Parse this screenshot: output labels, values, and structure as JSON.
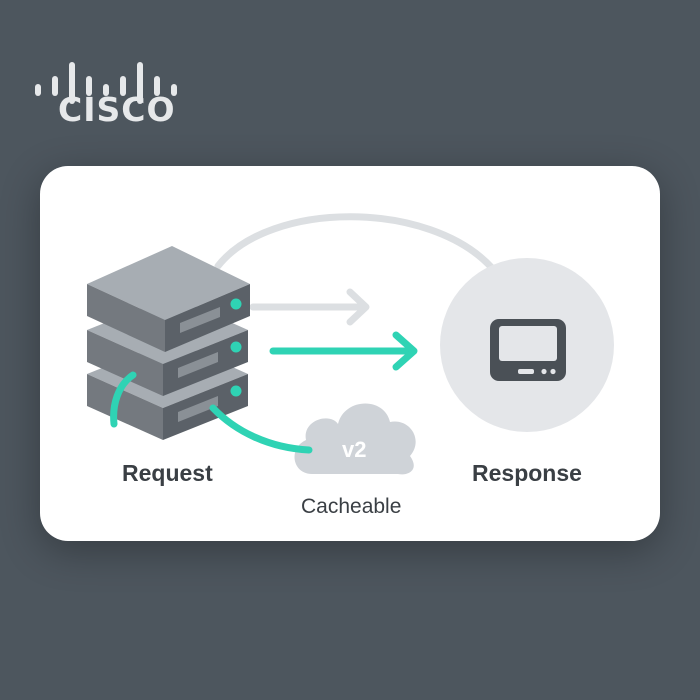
{
  "brand": {
    "name": "CISCO",
    "logo_icon": "cisco-bars-icon"
  },
  "diagram": {
    "labels": {
      "request": "Request",
      "response": "Response",
      "cacheable": "Cacheable",
      "cloud_version": "v2"
    },
    "icons": {
      "server": "server-stack-icon",
      "client": "monitor-device-icon",
      "cache": "cloud-icon"
    },
    "colors": {
      "background": "#4d565e",
      "card": "#ffffff",
      "accent": "#2fd3b4",
      "muted": "#dcdfe2",
      "server_top": "#a7adb3",
      "server_front": "#5b6168",
      "server_side": "#74797f",
      "client_circle": "#e4e6e9",
      "text": "#3a3f44"
    }
  }
}
